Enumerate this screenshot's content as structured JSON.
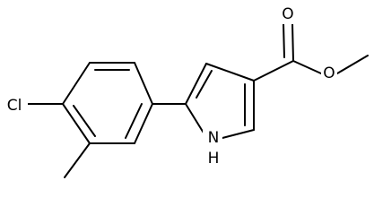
{
  "diagram": {
    "type": "chemical-structure",
    "colors": {
      "bond": "#000000",
      "background": "#ffffff",
      "label": "#000000"
    },
    "atoms": [
      {
        "id": "cl",
        "label": "Cl"
      },
      {
        "id": "nh",
        "label": "H"
      },
      {
        "id": "nn",
        "label": "N"
      },
      {
        "id": "ocarb",
        "label": "O"
      },
      {
        "id": "oest",
        "label": "O"
      }
    ]
  }
}
